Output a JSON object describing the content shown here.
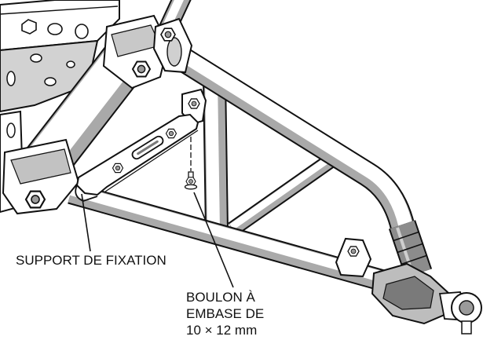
{
  "callouts": {
    "mounting_bracket": {
      "label": "SUPPORT DE FIXATION"
    },
    "flange_bolt": {
      "lines": [
        "BOULON À",
        "EMBASE DE",
        "10 × 12 mm"
      ]
    }
  }
}
